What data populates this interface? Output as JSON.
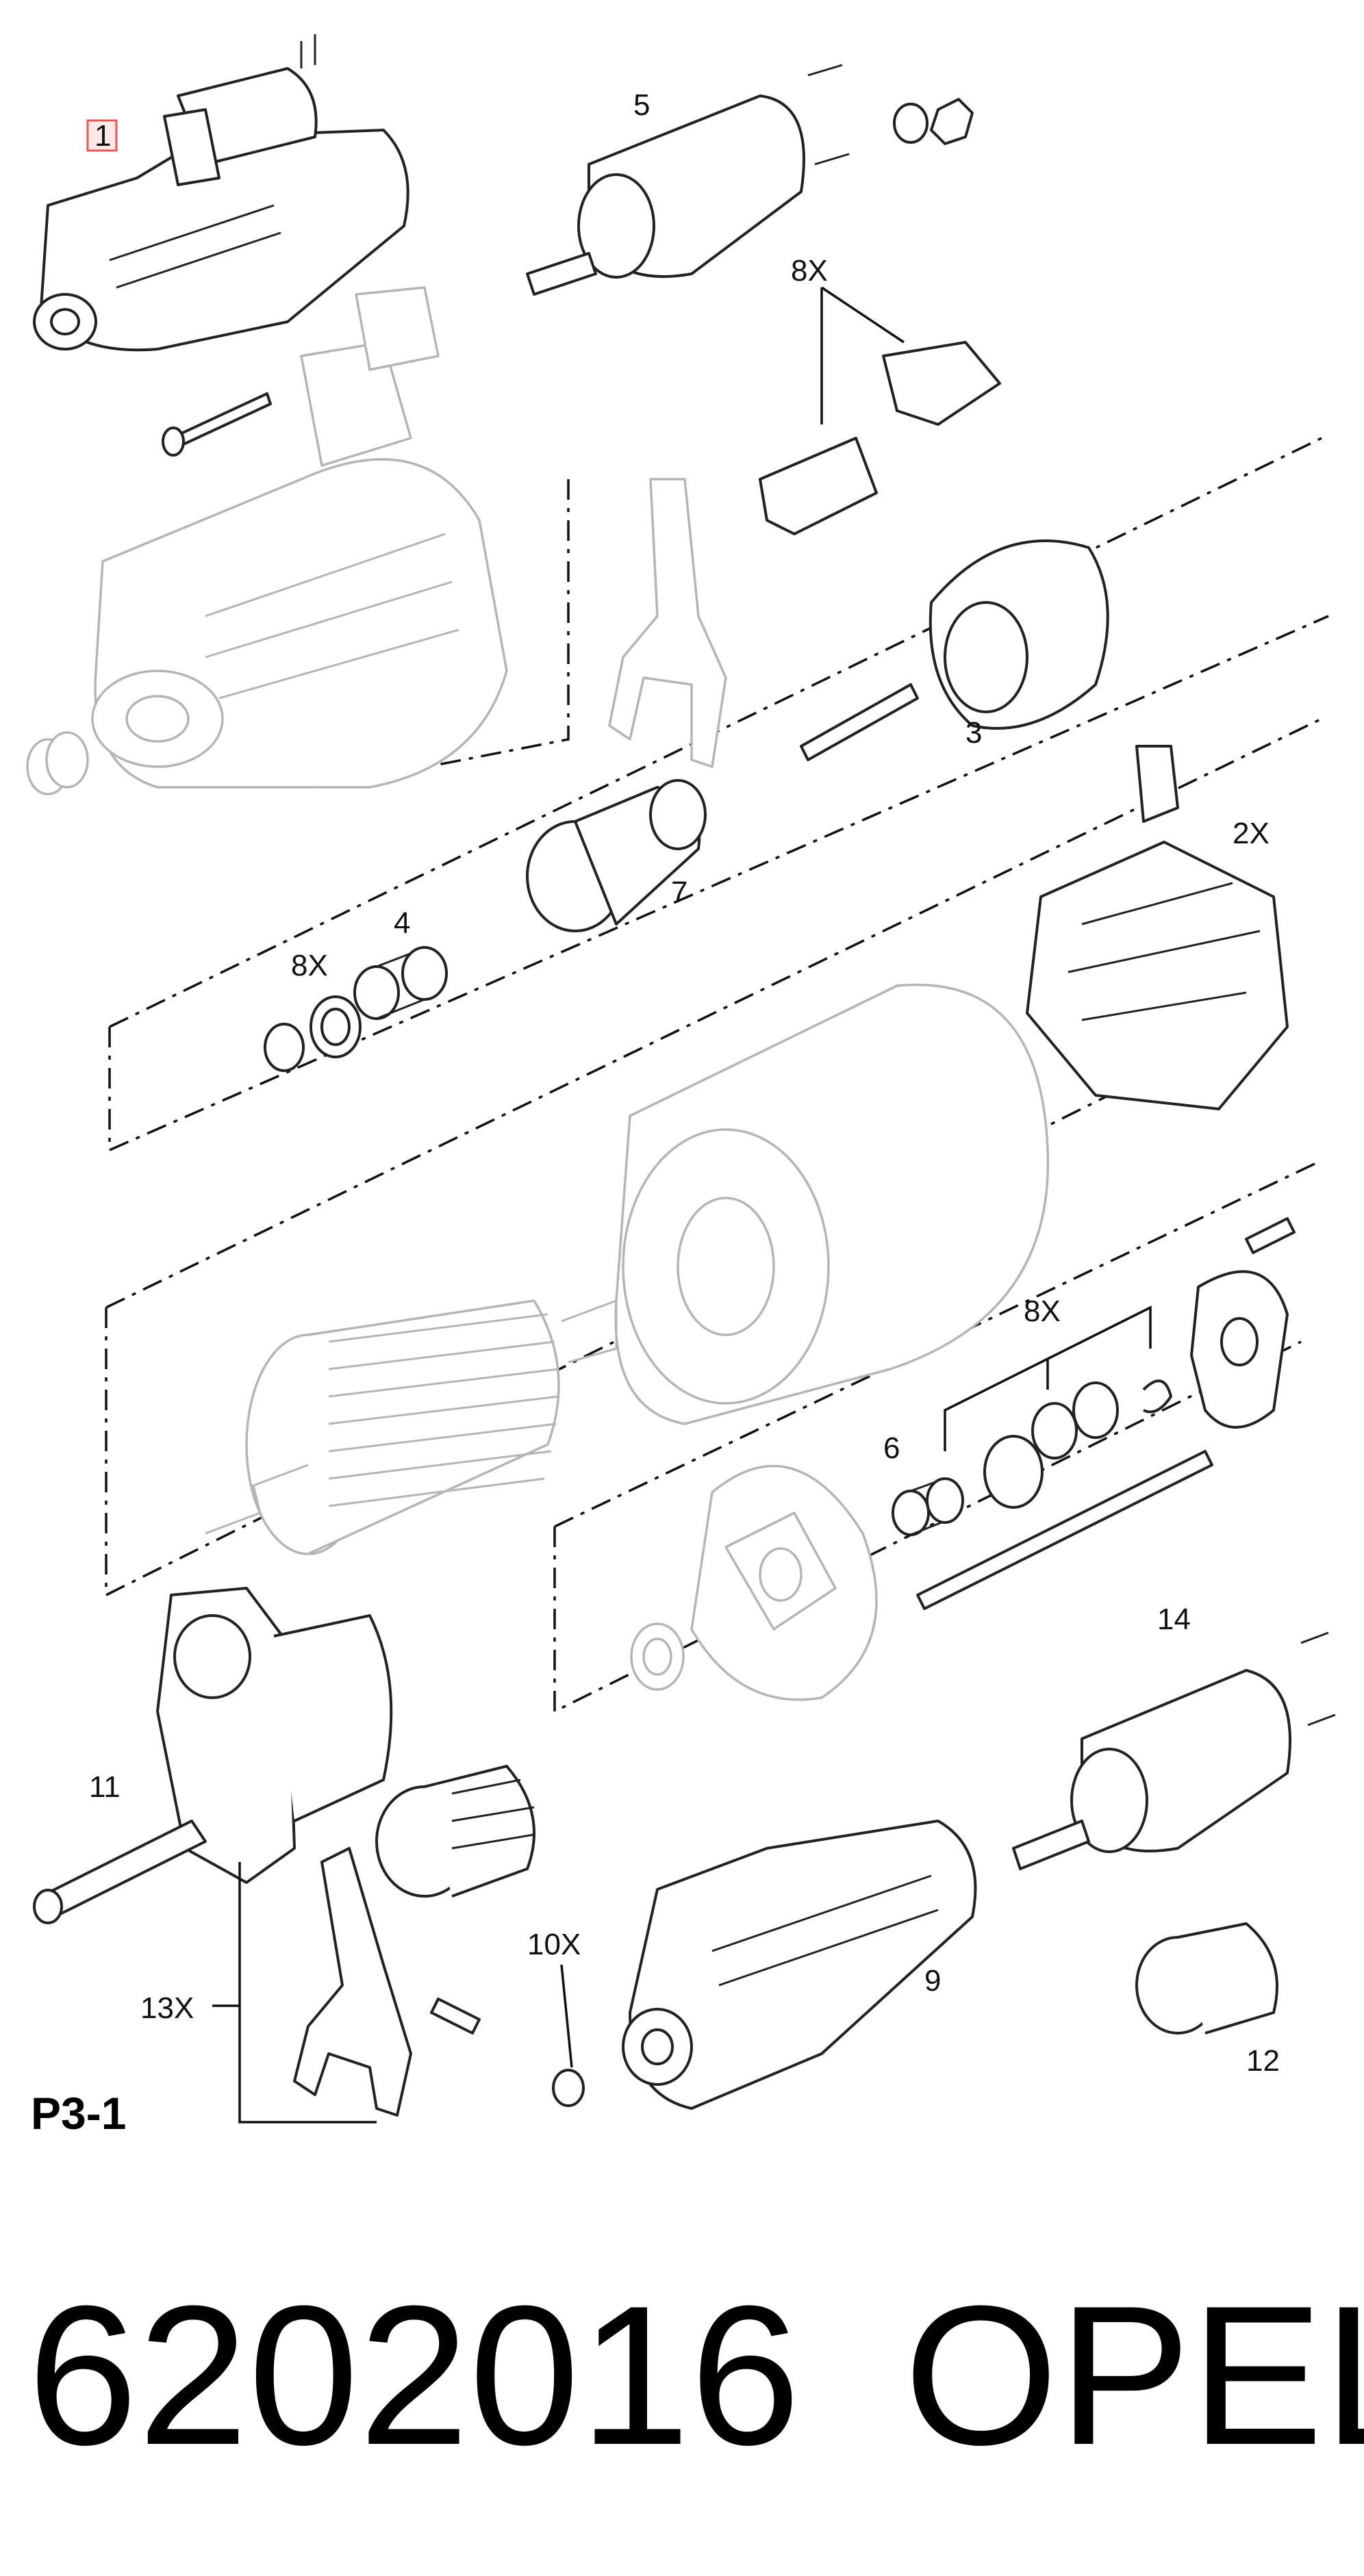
{
  "callouts": {
    "item_1": "1",
    "item_2": "2X",
    "item_3": "3",
    "item_4": "4",
    "item_5": "5",
    "item_6": "6",
    "item_7": "7",
    "item_8a": "8X",
    "item_8b": "8X",
    "item_8c": "8X",
    "item_9": "9",
    "item_10": "10X",
    "item_11": "11",
    "item_12": "12",
    "item_13": "13X",
    "item_14": "14"
  },
  "sheet_label": "P3-1",
  "part_number": "6202016",
  "brand": "OPEL",
  "colors": {
    "line": "#222222",
    "ghost": "#b5b5b5",
    "highlight_box_border": "#e05a5a",
    "highlight_box_fill": "#fde8e8"
  }
}
